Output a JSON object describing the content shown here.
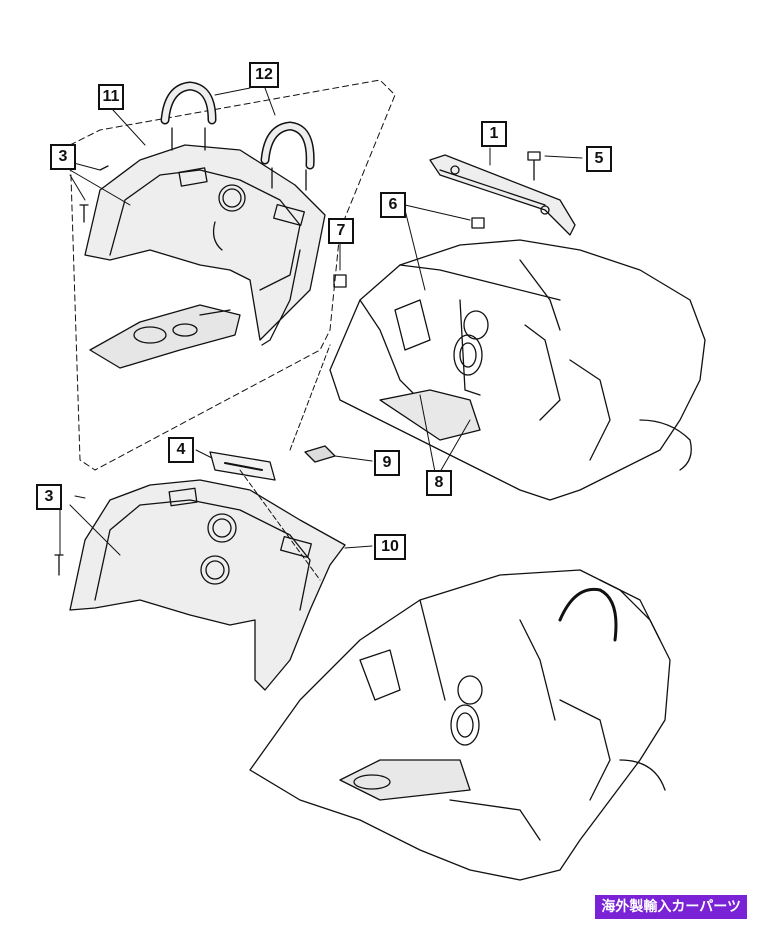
{
  "callouts": {
    "c1": "1",
    "c3a": "3",
    "c3b": "3",
    "c4": "4",
    "c5": "5",
    "c6": "6",
    "c7": "7",
    "c8": "8",
    "c9": "9",
    "c10": "10",
    "c11": "11",
    "c12": "12"
  },
  "watermark": {
    "text": "海外製輸入カーパーツ",
    "color": "#7a22d6"
  },
  "colors": {
    "line": "#111111",
    "panel_fill": "#e9e9e9",
    "panel_shade": "#d4d4d4"
  }
}
